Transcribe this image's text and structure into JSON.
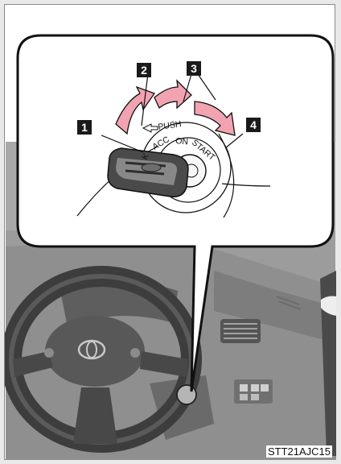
{
  "callouts": [
    "1",
    "2",
    "3",
    "4"
  ],
  "switch_labels": {
    "push": "PUSH",
    "lock": "K",
    "acc": "ACC",
    "on": "ON",
    "start": "START"
  },
  "image_code": "STT21AJC15",
  "colors": {
    "arrow": "#f2a3b2",
    "balloon_border": "#111111",
    "photo_tone": "#9a9a9a"
  }
}
